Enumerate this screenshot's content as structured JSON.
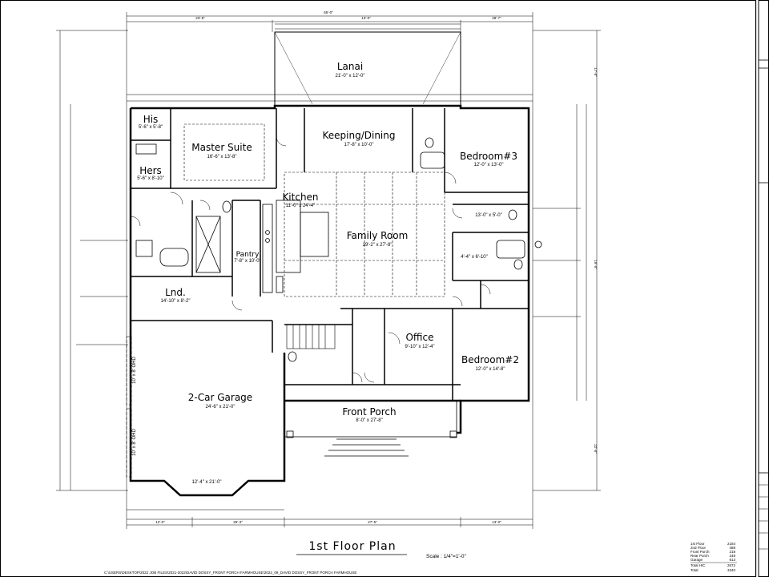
{
  "sheet": {
    "title": "1st Floor Plan",
    "scale": "Scale : 1/4\"=1'-0\"",
    "footer_path": "C:\\USERS\\DESKTOP\\2022 JOB FILES\\2021-2022\\DAVID DOSSY_FRONT PORCH FARMHOUSE\\2022_09_DAVID DOSSY_FRONT PORCH FARMHOUSE",
    "overall_width": "65'-0\"",
    "top_dims": [
      "23'-5\"",
      "13'-0\"",
      "28'-7\""
    ],
    "right_dims": [
      "17'-8\"",
      "19'-9\"",
      "22'-8\""
    ],
    "bottom_dims": [
      "12'-0\"",
      "26'-3\"",
      "27'-5\"",
      "13'-0\""
    ]
  },
  "rooms": {
    "lanai": {
      "name": "Lanai",
      "dim": "21'-0\" x 12'-0\""
    },
    "his": {
      "name": "His",
      "dim": "5'-6\" x 5'-8\""
    },
    "hers": {
      "name": "Hers",
      "dim": "5'-6\" x 8'-10\""
    },
    "master_suite": {
      "name": "Master Suite",
      "dim": "16'-6\" x 13'-8\""
    },
    "keeping_dining": {
      "name": "Keeping/Dining",
      "dim": "17'-8\" x 10'-0\""
    },
    "bedroom3": {
      "name": "Bedroom#3",
      "dim": "12'-0\" x 13'-0\""
    },
    "kitchen": {
      "name": "Kitchen",
      "dim": "11'-0\" x 24'-4\""
    },
    "family_room": {
      "name": "Family Room",
      "dim": "19'-2\" x 27'-8\""
    },
    "pantry": {
      "name": "Pantry",
      "dim": "7'-8\" x 10'-0\""
    },
    "lnd": {
      "name": "Lnd.",
      "dim": "14'-10\" x 8'-2\""
    },
    "office": {
      "name": "Office",
      "dim": "9'-10\" x 12'-4\""
    },
    "bedroom2": {
      "name": "Bedroom#2",
      "dim": "12'-0\" x 14'-8\""
    },
    "garage": {
      "name": "2-Car Garage",
      "dim": "24'-6\" x 21'-0\""
    },
    "front_porch": {
      "name": "Front Porch",
      "dim": "8'-0\" x 27'-8\""
    }
  },
  "notes": {
    "garage_door_1": "10' x 8' OHD",
    "garage_door_2": "10' x 8' OHD",
    "garage_bottom": "12'-4\" x 21'-0\"",
    "closet": "13'-0\" x 5'-0\"",
    "bath": "4'-4\" x 6'-10\""
  },
  "area_table": {
    "rows": [
      {
        "label": "1st Floor",
        "value": "2184"
      },
      {
        "label": "2nd Floor",
        "value": "488"
      },
      {
        "label": "Front Porch",
        "value": "218"
      },
      {
        "label": "Rear Porch",
        "value": "248"
      },
      {
        "label": "Garage",
        "value": "613"
      },
      {
        "label": "Total H/C",
        "value": "2672"
      },
      {
        "label": "Total",
        "value": "3340"
      }
    ]
  }
}
